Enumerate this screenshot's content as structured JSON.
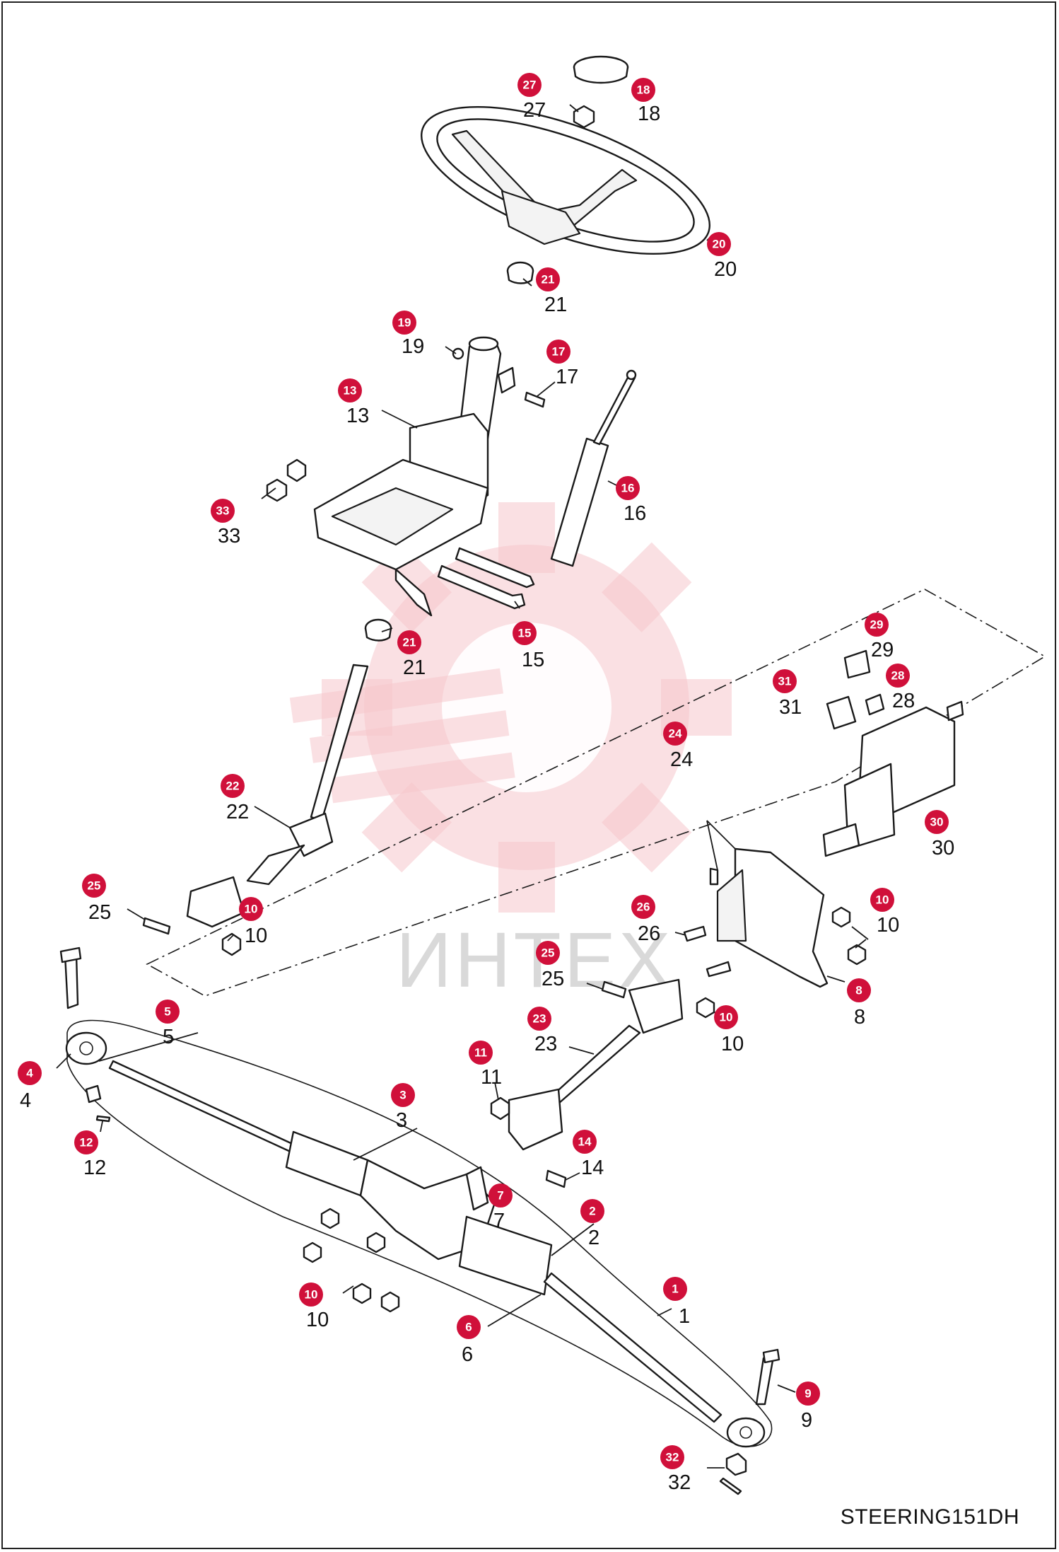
{
  "diagram_id": "STEERING151DH",
  "watermark": "ИНТЕХ",
  "callouts": [
    {
      "n": "1"
    },
    {
      "n": "2"
    },
    {
      "n": "3"
    },
    {
      "n": "4"
    },
    {
      "n": "5"
    },
    {
      "n": "6"
    },
    {
      "n": "7"
    },
    {
      "n": "8"
    },
    {
      "n": "9"
    },
    {
      "n": "10"
    },
    {
      "n": "11"
    },
    {
      "n": "12"
    },
    {
      "n": "13"
    },
    {
      "n": "14"
    },
    {
      "n": "15"
    },
    {
      "n": "16"
    },
    {
      "n": "17"
    },
    {
      "n": "18"
    },
    {
      "n": "19"
    },
    {
      "n": "20"
    },
    {
      "n": "21"
    },
    {
      "n": "22"
    },
    {
      "n": "23"
    },
    {
      "n": "24"
    },
    {
      "n": "25"
    },
    {
      "n": "26"
    },
    {
      "n": "27"
    },
    {
      "n": "28"
    },
    {
      "n": "29"
    },
    {
      "n": "30"
    },
    {
      "n": "31"
    },
    {
      "n": "32"
    },
    {
      "n": "33"
    }
  ],
  "colors": {
    "callout": "#d0103a",
    "watermark": "#f6c6cc"
  }
}
